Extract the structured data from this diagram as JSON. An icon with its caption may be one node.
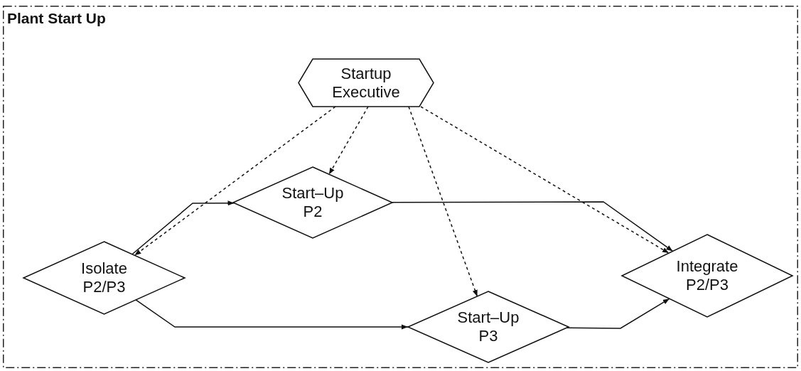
{
  "diagram": {
    "nodes": [
      {
        "text": [
          "Plant Start Up"
        ]
      },
      {
        "text": [
          "Startup Executive"
        ],
        "in": 0
      },
      {
        "text": [
          "Start–Up P2"
        ],
        "in": 0
      },
      {
        "text": [
          "Isolate P2/P3"
        ],
        "in": 0
      },
      {
        "text": [
          "Start–Up P3"
        ],
        "in": 0
      },
      {
        "text": [
          "Integrate P2/P3"
        ],
        "in": 0
      }
    ],
    "edges": [
      {
        "from": 1,
        "to": 3,
        "arrow": "to",
        "style": "dashed"
      },
      {
        "from": 1,
        "to": 2,
        "arrow": "to",
        "style": "dashed"
      },
      {
        "from": 1,
        "to": 4,
        "arrow": "to",
        "style": "dashed"
      },
      {
        "from": 1,
        "to": 5,
        "arrow": "to",
        "style": "dashed"
      },
      {
        "from": 3,
        "to": 2,
        "arrow": "to"
      },
      {
        "from": 3,
        "to": 4,
        "arrow": "to"
      },
      {
        "from": 2,
        "to": 5,
        "arrow": "to"
      },
      {
        "from": 4,
        "to": 5,
        "arrow": "to"
      }
    ]
  }
}
